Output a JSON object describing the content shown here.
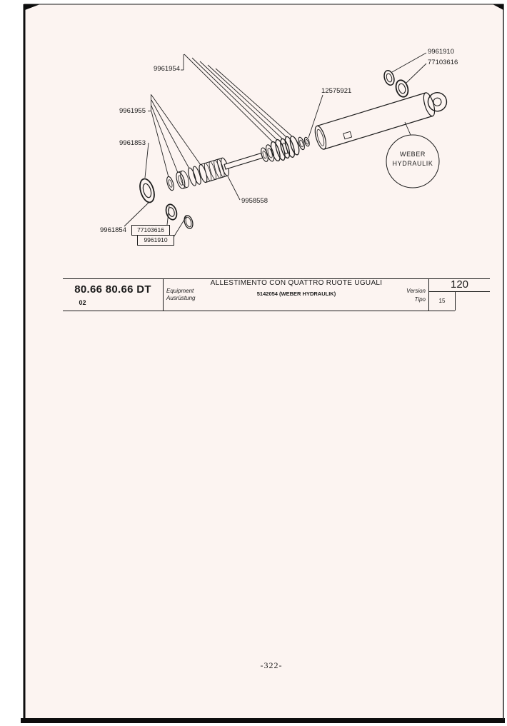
{
  "diagram": {
    "labels": {
      "p9961910_top": "9961910",
      "p77103616_top": "77103616",
      "p9961954": "9961954",
      "p12575921": "12575921",
      "p9961955": "9961955",
      "p9961853": "9961853",
      "p9958558": "9958558",
      "p9961854": "9961854",
      "p77103616_box": "77103616",
      "p9961910_box": "9961910"
    },
    "badge": {
      "line1": "WEBER",
      "line2": "HYDRAULIK"
    }
  },
  "table": {
    "model": "80.66 80.66 DT",
    "model_sub": "02",
    "equipment_en": "Equipment",
    "equipment_de": "Ausrüstung",
    "title": "ALLESTIMENTO CON QUATTRO RUOTE UGUALI",
    "subtitle": "5142054 (WEBER HYDRAULIK)",
    "version_en": "Version",
    "version_it": "Tipo",
    "page_ref": "120",
    "tipo_value": "15"
  },
  "footer": {
    "page_number": "-322-"
  },
  "colors": {
    "paper": "#fcf4f1",
    "ink": "#1a1a1a"
  }
}
